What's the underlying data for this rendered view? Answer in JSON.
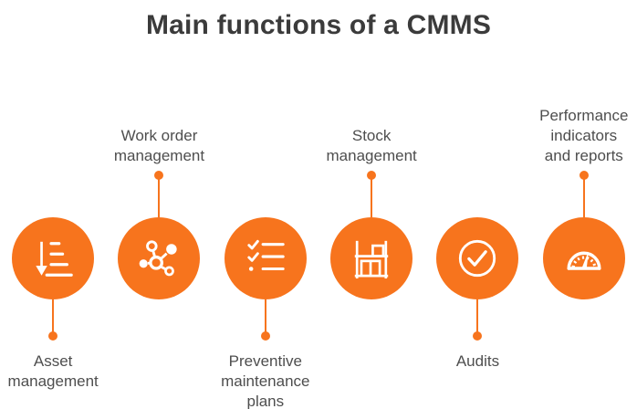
{
  "title": "Main functions of a CMMS",
  "colors": {
    "orange": "#F7741D",
    "title_text": "#3B3B3B",
    "label_text": "#4E4E4E",
    "background": "#FFFFFF",
    "icon": "#FFFFFF"
  },
  "items": [
    {
      "label": "Asset\nmanagement",
      "icon": "sort-descending-icon",
      "label_position": "below"
    },
    {
      "label": "Work order\nmanagement",
      "icon": "network-nodes-icon",
      "label_position": "above"
    },
    {
      "label": "Preventive\nmaintenance\nplans",
      "icon": "checklist-icon",
      "label_position": "below"
    },
    {
      "label": "Stock\nmanagement",
      "icon": "warehouse-shelf-icon",
      "label_position": "above"
    },
    {
      "label": "Audits",
      "icon": "check-circle-icon",
      "label_position": "below"
    },
    {
      "label": "Performance\nindicators\nand reports",
      "icon": "gauge-icon",
      "label_position": "above"
    }
  ]
}
